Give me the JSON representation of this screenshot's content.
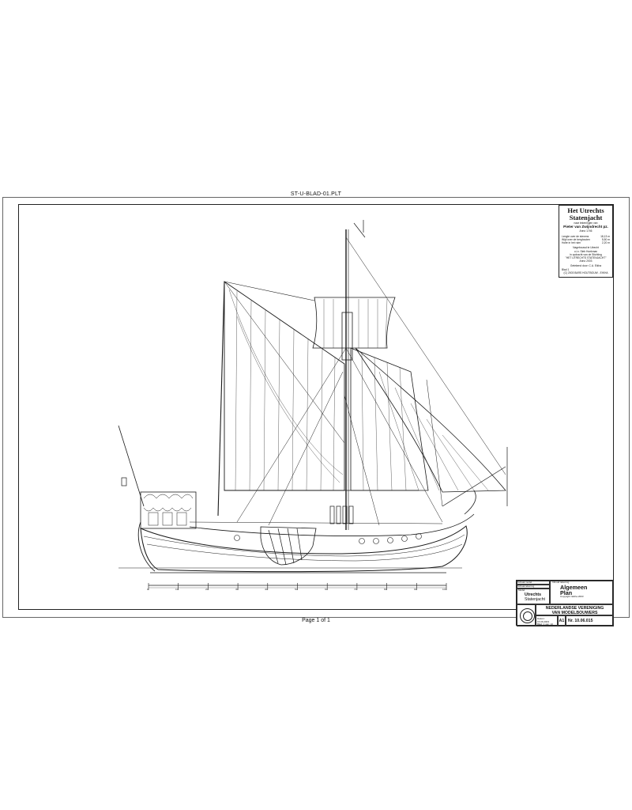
{
  "sheet": {
    "plot_name": "ST-U-BLAD-01.PLT",
    "page_count": "Page 1 of 1"
  },
  "cartouche": {
    "title_line1": "Het Utrechts",
    "title_line2": "Statenjacht",
    "after_drawings_of": "naar tekeningen van",
    "author": "Pieter van Zwijndrecht pz.",
    "year": "Anno 1746",
    "specs": [
      {
        "label": "Lengte over de stevens",
        "value": "18,13 m"
      },
      {
        "label": "Wijd over de berghouten",
        "value": "5,50 m"
      },
      {
        "label": "Holte in het ruim",
        "value": "2,20 m"
      }
    ],
    "rebuilt_lines": [
      "Nagebouwd te Utrecht",
      "o.l.v. Sieb Hoekman",
      "in opdracht van de Stichting",
      "\"HET UTRECHTS STATENJACHT\"",
      "Anno 2003"
    ],
    "drawn_by": "Getekend door: C.A. Eikha",
    "sheet_no": "Blad 1",
    "copyright": "(C) 2003 BARS HOUTBOUW - EIKHA"
  },
  "scale_bar": {
    "ticks": [
      "0",
      "10",
      "20",
      "30",
      "40",
      "50",
      "60",
      "70",
      "80",
      "90",
      "100"
    ]
  },
  "title_block": {
    "row1_label": "Schaal model",
    "row2_label": "Schaal tekening",
    "row3_label": "Model",
    "model_name_line1": "Utrechts",
    "model_name_line2": "Statenjacht",
    "sheet_label": "Inhoud tekening",
    "sheet_title_line1": "Algemeen",
    "sheet_title_line2": "Plan",
    "copyright_label": "Copyright: Eikha 2003",
    "society_line1": "NEDERLANDSE VERENIGING",
    "society_line2": "VAN MODELBOUWERS",
    "date_label": "Datum: 15.06.2003",
    "sheet_of": "Blad: 1 van: 10",
    "format": "A1",
    "number_label": "Nr.",
    "number": "10.06.015"
  },
  "colors": {
    "ink": "#1a1a1a",
    "paper": "#ffffff"
  }
}
